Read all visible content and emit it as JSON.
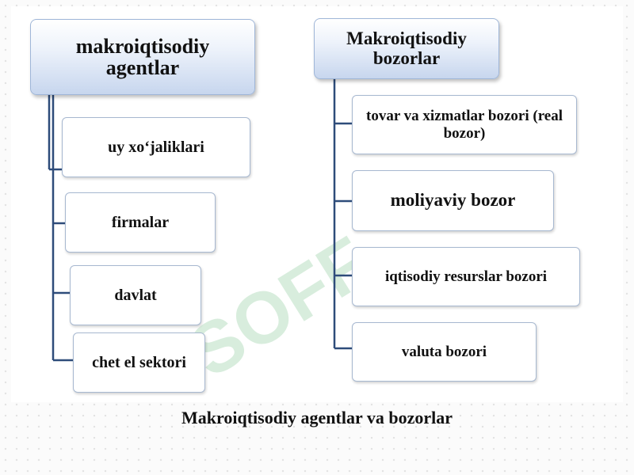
{
  "left_header": "makroiqtisodiy agentlar",
  "right_header": "Makroiqtisodiy bozorlar",
  "left_items": [
    "uy xo‘jaliklari",
    "firmalar",
    "davlat",
    "chet el sektori"
  ],
  "right_items": [
    "tovar va xizmatlar bozori (real bozor)",
    "moliyaviy bozor",
    "iqtisodiy resurslar bozori",
    "valuta bozori"
  ],
  "watermark_text": "SOFF",
  "caption": "Makroiqtisodiy agentlar va bozorlar",
  "colors": {
    "connector": "#2e4c7a",
    "header_fill": "#c7d6ee",
    "border": "#a7b8d0",
    "watermark": "#b9dfc2"
  }
}
